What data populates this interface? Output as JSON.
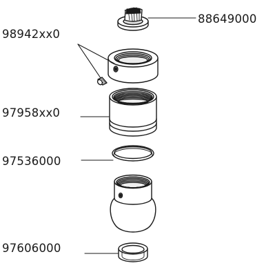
{
  "callouts": {
    "cap": "88649000",
    "nut_and_screw": "98942xx0",
    "body": "97958xx0",
    "oring": "97536000",
    "ring": "97606000"
  }
}
